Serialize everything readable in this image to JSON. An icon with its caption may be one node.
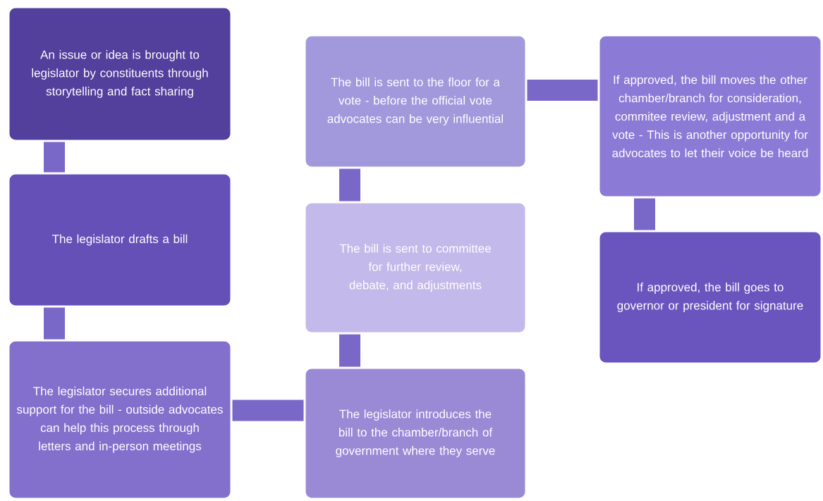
{
  "diagram": {
    "nodes": [
      {
        "text": [
          "An issue or idea is brought to legislator by constituents through storytelling and fact sharing"
        ]
      },
      {
        "text": [
          "The legislator drafts a bill"
        ]
      },
      {
        "text": [
          "The legislator secures additional support for the bill - outside advocates can help this process through letters and in-person meetings"
        ]
      },
      {
        "text": [
          "The legislator introduces the bill to the chamber/branch of government where they serve"
        ]
      },
      {
        "text": [
          "The bill is sent to committee for further review, debate, and adjustments"
        ]
      },
      {
        "text": [
          "The bill is sent to the floor for a vote - before the official vote advocates can be very influential"
        ]
      },
      {
        "text": [
          "If approved, the bill moves the other chamber/branch for consideration, commitee review, adjustment and a vote -  This is another opportunity for advocates to let their voice be heard"
        ]
      },
      {
        "text": [
          "If approved, the bill goes to governor  or president for signature"
        ]
      }
    ],
    "edges": [
      {
        "from": 0,
        "to": 1,
        "arrow": "none"
      },
      {
        "from": 1,
        "to": 2,
        "arrow": "none"
      },
      {
        "from": 2,
        "to": 3,
        "arrow": "none"
      },
      {
        "from": 3,
        "to": 4,
        "arrow": "none"
      },
      {
        "from": 4,
        "to": 5,
        "arrow": "none"
      },
      {
        "from": 5,
        "to": 6,
        "arrow": "none"
      },
      {
        "from": 6,
        "to": 7,
        "arrow": "none"
      }
    ]
  }
}
